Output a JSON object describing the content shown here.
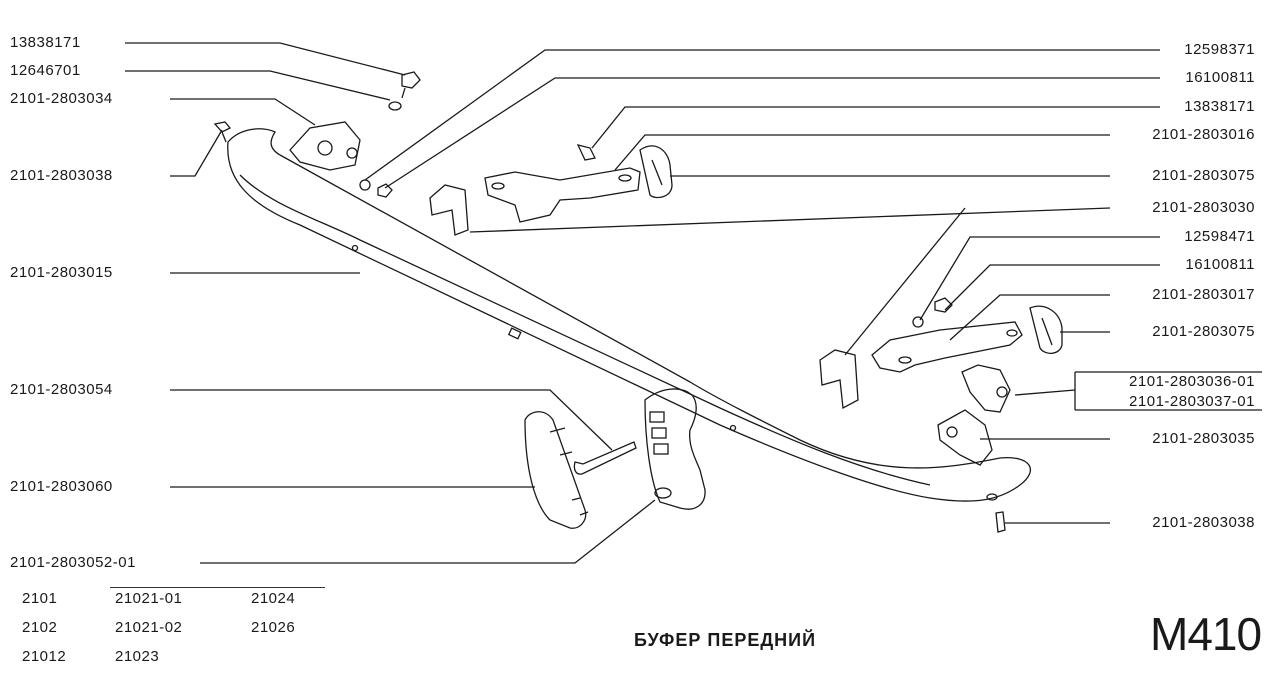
{
  "left_labels": [
    {
      "id": "l1",
      "text": "13838171"
    },
    {
      "id": "l2",
      "text": "12646701"
    },
    {
      "id": "l3",
      "text": "2101-2803034"
    },
    {
      "id": "l4",
      "text": "2101-2803038"
    },
    {
      "id": "l5",
      "text": "2101-2803015"
    },
    {
      "id": "l6",
      "text": "2101-2803054"
    },
    {
      "id": "l7",
      "text": "2101-2803060"
    },
    {
      "id": "l8",
      "text": "2101-2803052-01"
    }
  ],
  "right_labels": [
    {
      "id": "r1",
      "text": "12598371"
    },
    {
      "id": "r2",
      "text": "16100811"
    },
    {
      "id": "r3",
      "text": "13838171"
    },
    {
      "id": "r4",
      "text": "2101-2803016"
    },
    {
      "id": "r5",
      "text": "2101-2803075"
    },
    {
      "id": "r6",
      "text": "2101-2803030"
    },
    {
      "id": "r7",
      "text": "12598471"
    },
    {
      "id": "r8",
      "text": "16100811"
    },
    {
      "id": "r9",
      "text": "2101-2803017"
    },
    {
      "id": "r10",
      "text": "2101-2803075"
    },
    {
      "id": "r11",
      "text": "2101-2803036-01"
    },
    {
      "id": "r12",
      "text": "2101-2803037-01"
    },
    {
      "id": "r13",
      "text": "2101-2803035"
    },
    {
      "id": "r14",
      "text": "2101-2803038"
    }
  ],
  "models": [
    [
      "2101",
      "21021-01",
      "21024"
    ],
    [
      "2102",
      "21021-02",
      "21026"
    ],
    [
      "21012",
      "21023",
      ""
    ]
  ],
  "caption": "БУФЕР ПЕРЕДНИЙ",
  "page_code": "М410"
}
